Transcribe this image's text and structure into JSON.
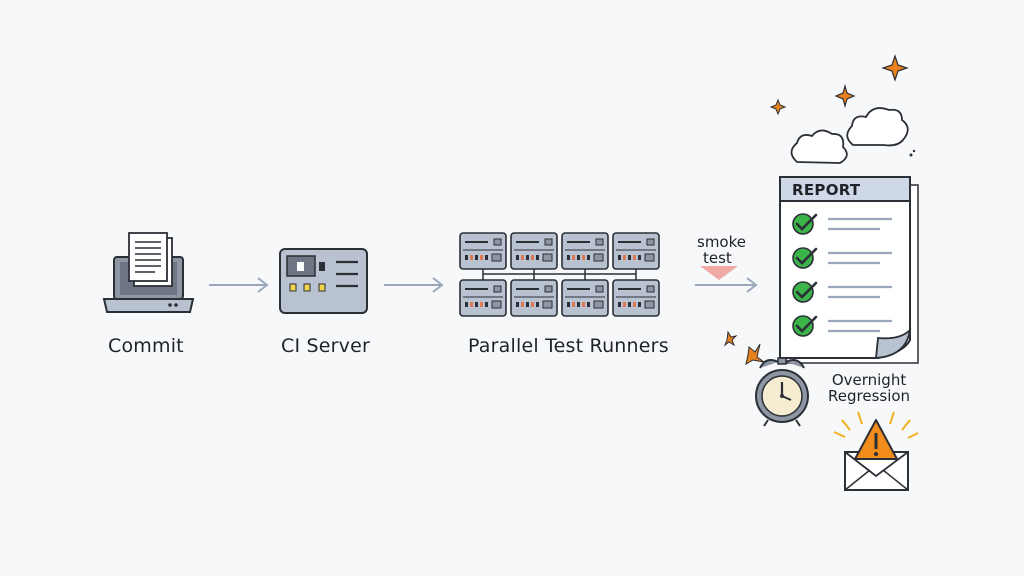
{
  "stages": {
    "commit": {
      "label": "Commit"
    },
    "ci_server": {
      "label": "CI Server"
    },
    "runners": {
      "label": "Parallel Test Runners",
      "count": 8
    }
  },
  "annotations": {
    "smoke_line1": "smoke",
    "smoke_line2": "test",
    "overnight_line1": "Overnight",
    "overnight_line2": "Regression"
  },
  "report": {
    "title": "REPORT",
    "checks": 4
  },
  "colors": {
    "outline": "#2b2f36",
    "device_fill": "#8f96a3",
    "panel_fill": "#b9c2d0",
    "arrow": "#9aa7bb",
    "check": "#3bb44a",
    "warning": "#f28c1c",
    "accent_orange": "#e8821e",
    "report_header": "#cfd8e6",
    "smoke_arrow": "#f0a9a4"
  },
  "icons": {
    "commit": "laptop-with-document-icon",
    "ci": "server-icon",
    "runner": "runner-server-icon",
    "clock": "alarm-clock-icon",
    "alert": "warning-envelope-icon",
    "cloud": "cloud-icon",
    "sparkle": "sparkle-icon"
  }
}
